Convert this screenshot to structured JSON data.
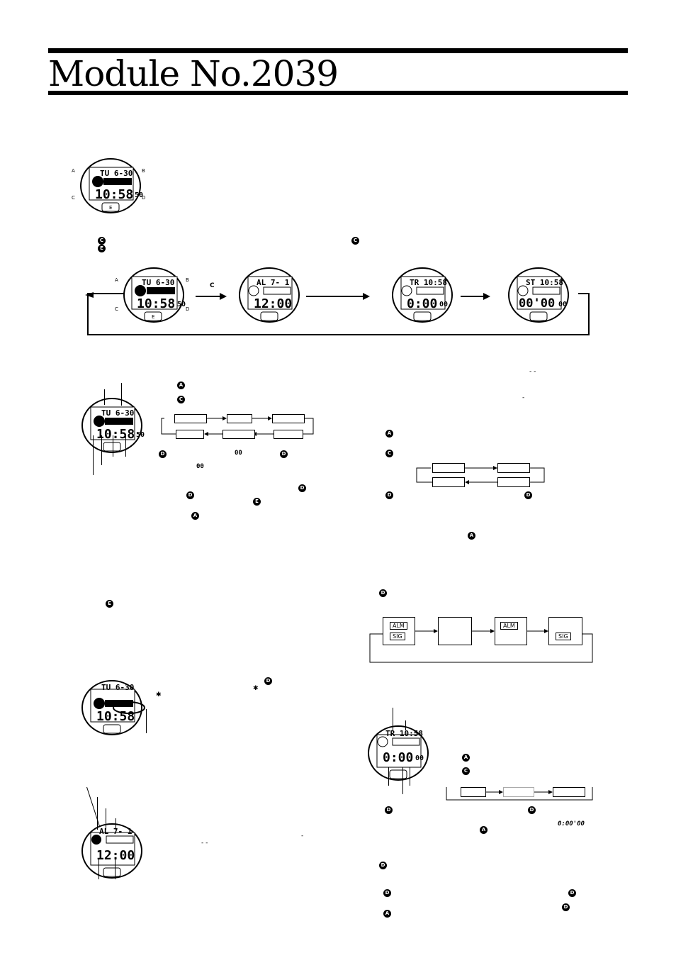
{
  "title": "Module No.2039",
  "buttons": {
    "a": "A",
    "b": "B",
    "c": "C",
    "d": "D",
    "e": "E"
  },
  "watches": {
    "timekeeping": {
      "top": "TU 6-30",
      "main": "10:58",
      "sec": "50"
    },
    "timekeeping_c": {
      "top": "TU 6-30",
      "main": "10:58",
      "sec": "50"
    },
    "alarm": {
      "top": "AL  7- 1",
      "main": "12:00"
    },
    "timer": {
      "top": "TR 10:58",
      "main": "0:00",
      "sec": "00"
    },
    "stopwatch": {
      "top": "ST 10:58",
      "main": "00'00",
      "sec": "00"
    }
  },
  "flow_c_label": "C",
  "setting_zero_a": "00",
  "setting_zero_b": "00",
  "stopwatch_readout": "0:00'00",
  "alarm_boxes": {
    "alm": "ALM",
    "sig": "SIG"
  },
  "dashes": {
    "d1": "- -",
    "d2": "-",
    "d3": "-",
    "d4": "- -"
  }
}
